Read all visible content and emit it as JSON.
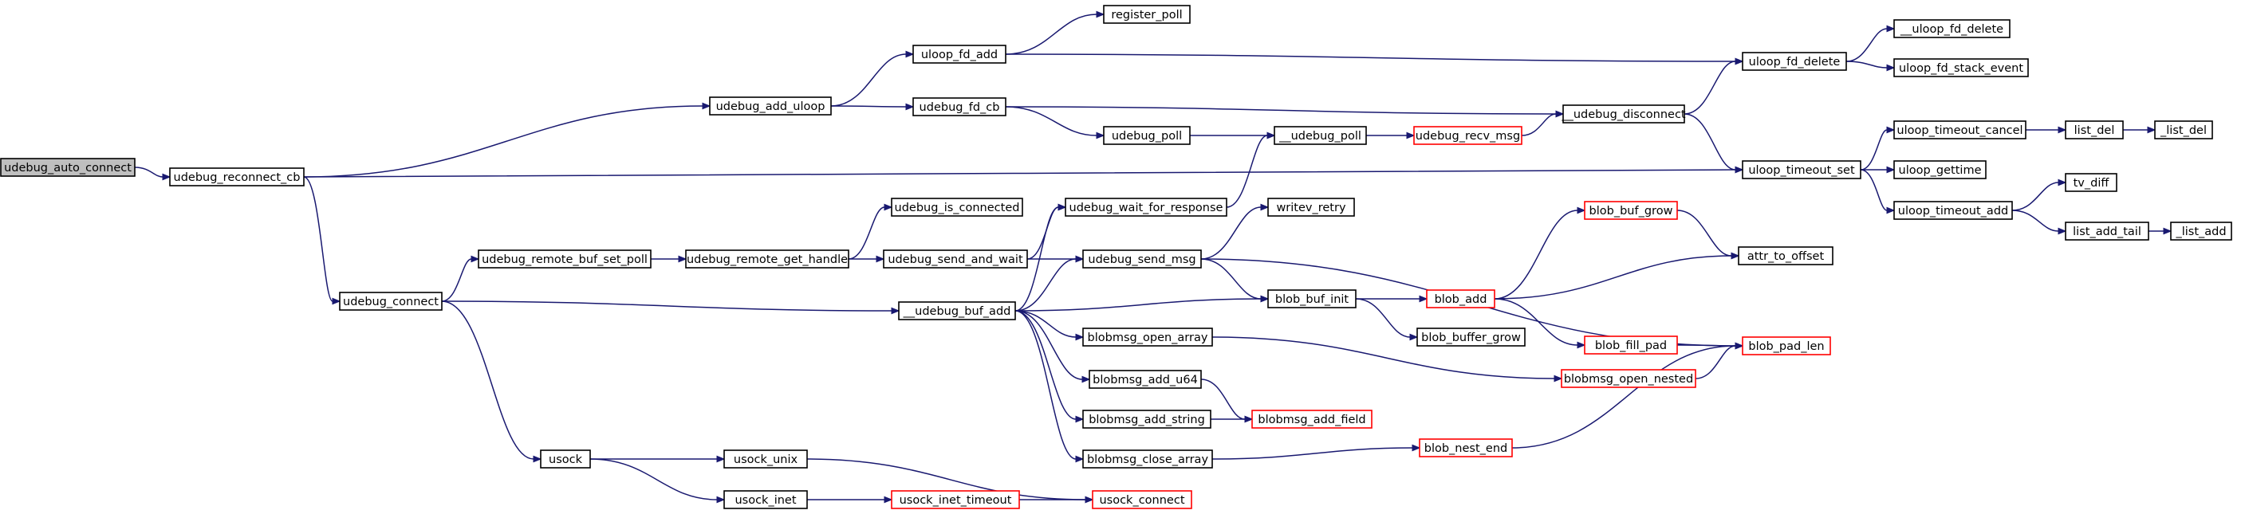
{
  "colors": {
    "edge": "#191970",
    "root_fill": "#bfbfbf",
    "node_border": "#000000",
    "truncated_border": "#ff0000",
    "background": "#ffffff"
  },
  "nodes": [
    {
      "id": "udebug_auto_connect",
      "label": "udebug_auto_connect",
      "root": true
    },
    {
      "id": "udebug_reconnect_cb",
      "label": "udebug_reconnect_cb"
    },
    {
      "id": "udebug_add_uloop",
      "label": "udebug_add_uloop"
    },
    {
      "id": "udebug_connect",
      "label": "udebug_connect"
    },
    {
      "id": "uloop_timeout_set",
      "label": "uloop_timeout_set"
    },
    {
      "id": "uloop_fd_add",
      "label": "uloop_fd_add"
    },
    {
      "id": "udebug_fd_cb",
      "label": "udebug_fd_cb"
    },
    {
      "id": "register_poll",
      "label": "register_poll"
    },
    {
      "id": "uloop_fd_delete",
      "label": "uloop_fd_delete"
    },
    {
      "id": "__uloop_fd_delete",
      "label": "__uloop_fd_delete"
    },
    {
      "id": "uloop_fd_stack_event",
      "label": "uloop_fd_stack_event"
    },
    {
      "id": "__udebug_disconnect",
      "label": "__udebug_disconnect"
    },
    {
      "id": "udebug_poll",
      "label": "udebug_poll"
    },
    {
      "id": "__udebug_poll",
      "label": "__udebug_poll"
    },
    {
      "id": "udebug_recv_msg",
      "label": "udebug_recv_msg",
      "truncated": true
    },
    {
      "id": "uloop_timeout_cancel",
      "label": "uloop_timeout_cancel"
    },
    {
      "id": "list_del",
      "label": "list_del"
    },
    {
      "id": "_list_del",
      "label": "_list_del"
    },
    {
      "id": "uloop_gettime",
      "label": "uloop_gettime"
    },
    {
      "id": "uloop_timeout_add",
      "label": "uloop_timeout_add"
    },
    {
      "id": "tv_diff",
      "label": "tv_diff"
    },
    {
      "id": "list_add_tail",
      "label": "list_add_tail"
    },
    {
      "id": "_list_add",
      "label": "_list_add"
    },
    {
      "id": "udebug_remote_buf_set_poll",
      "label": "udebug_remote_buf_set_poll"
    },
    {
      "id": "udebug_remote_get_handle",
      "label": "udebug_remote_get_handle"
    },
    {
      "id": "udebug_is_connected",
      "label": "udebug_is_connected"
    },
    {
      "id": "udebug_send_and_wait",
      "label": "udebug_send_and_wait"
    },
    {
      "id": "udebug_wait_for_response",
      "label": "udebug_wait_for_response"
    },
    {
      "id": "writev_retry",
      "label": "writev_retry"
    },
    {
      "id": "udebug_send_msg",
      "label": "udebug_send_msg"
    },
    {
      "id": "__udebug_buf_add",
      "label": "__udebug_buf_add"
    },
    {
      "id": "blob_buf_init",
      "label": "blob_buf_init"
    },
    {
      "id": "blob_buf_grow",
      "label": "blob_buf_grow",
      "truncated": true
    },
    {
      "id": "attr_to_offset",
      "label": "attr_to_offset"
    },
    {
      "id": "blob_add",
      "label": "blob_add",
      "truncated": true
    },
    {
      "id": "blob_buffer_grow",
      "label": "blob_buffer_grow"
    },
    {
      "id": "blob_fill_pad",
      "label": "blob_fill_pad",
      "truncated": true
    },
    {
      "id": "blob_pad_len",
      "label": "blob_pad_len",
      "truncated": true
    },
    {
      "id": "blobmsg_open_array",
      "label": "blobmsg_open_array"
    },
    {
      "id": "blobmsg_open_nested",
      "label": "blobmsg_open_nested",
      "truncated": true
    },
    {
      "id": "blobmsg_add_u64",
      "label": "blobmsg_add_u64"
    },
    {
      "id": "blobmsg_add_field",
      "label": "blobmsg_add_field",
      "truncated": true
    },
    {
      "id": "blobmsg_add_string",
      "label": "blobmsg_add_string"
    },
    {
      "id": "blobmsg_close_array",
      "label": "blobmsg_close_array"
    },
    {
      "id": "blob_nest_end",
      "label": "blob_nest_end",
      "truncated": true
    },
    {
      "id": "usock",
      "label": "usock"
    },
    {
      "id": "usock_unix",
      "label": "usock_unix"
    },
    {
      "id": "usock_inet",
      "label": "usock_inet"
    },
    {
      "id": "usock_inet_timeout",
      "label": "usock_inet_timeout",
      "truncated": true
    },
    {
      "id": "usock_connect",
      "label": "usock_connect",
      "truncated": true
    }
  ],
  "edges": [
    [
      "udebug_auto_connect",
      "udebug_reconnect_cb"
    ],
    [
      "udebug_reconnect_cb",
      "udebug_add_uloop"
    ],
    [
      "udebug_reconnect_cb",
      "uloop_timeout_set"
    ],
    [
      "udebug_reconnect_cb",
      "udebug_connect"
    ],
    [
      "udebug_add_uloop",
      "uloop_fd_add"
    ],
    [
      "udebug_add_uloop",
      "udebug_fd_cb"
    ],
    [
      "uloop_fd_add",
      "register_poll"
    ],
    [
      "uloop_fd_add",
      "uloop_fd_delete"
    ],
    [
      "uloop_fd_delete",
      "__uloop_fd_delete"
    ],
    [
      "uloop_fd_delete",
      "uloop_fd_stack_event"
    ],
    [
      "udebug_fd_cb",
      "__udebug_disconnect"
    ],
    [
      "udebug_fd_cb",
      "udebug_poll"
    ],
    [
      "udebug_poll",
      "__udebug_poll"
    ],
    [
      "__udebug_poll",
      "udebug_recv_msg"
    ],
    [
      "udebug_recv_msg",
      "__udebug_disconnect"
    ],
    [
      "__udebug_disconnect",
      "uloop_fd_delete"
    ],
    [
      "__udebug_disconnect",
      "uloop_timeout_set"
    ],
    [
      "uloop_timeout_set",
      "uloop_timeout_cancel"
    ],
    [
      "uloop_timeout_set",
      "uloop_gettime"
    ],
    [
      "uloop_timeout_set",
      "uloop_timeout_add"
    ],
    [
      "uloop_timeout_cancel",
      "list_del"
    ],
    [
      "list_del",
      "_list_del"
    ],
    [
      "uloop_timeout_add",
      "tv_diff"
    ],
    [
      "uloop_timeout_add",
      "list_add_tail"
    ],
    [
      "list_add_tail",
      "_list_add"
    ],
    [
      "udebug_connect",
      "udebug_remote_buf_set_poll"
    ],
    [
      "udebug_connect",
      "__udebug_buf_add"
    ],
    [
      "udebug_connect",
      "usock"
    ],
    [
      "udebug_remote_buf_set_poll",
      "udebug_remote_get_handle"
    ],
    [
      "udebug_remote_get_handle",
      "udebug_is_connected"
    ],
    [
      "udebug_remote_get_handle",
      "udebug_send_and_wait"
    ],
    [
      "udebug_send_and_wait",
      "udebug_wait_for_response"
    ],
    [
      "udebug_send_and_wait",
      "udebug_send_msg"
    ],
    [
      "udebug_wait_for_response",
      "__udebug_poll"
    ],
    [
      "udebug_send_msg",
      "writev_retry"
    ],
    [
      "udebug_send_msg",
      "blob_buf_init"
    ],
    [
      "udebug_send_msg",
      "blob_pad_len"
    ],
    [
      "__udebug_buf_add",
      "udebug_wait_for_response"
    ],
    [
      "__udebug_buf_add",
      "udebug_send_msg"
    ],
    [
      "__udebug_buf_add",
      "blob_buf_init"
    ],
    [
      "__udebug_buf_add",
      "blobmsg_open_array"
    ],
    [
      "__udebug_buf_add",
      "blobmsg_add_u64"
    ],
    [
      "__udebug_buf_add",
      "blobmsg_add_string"
    ],
    [
      "__udebug_buf_add",
      "blobmsg_close_array"
    ],
    [
      "blob_buf_init",
      "blob_add"
    ],
    [
      "blob_buf_init",
      "blob_buffer_grow"
    ],
    [
      "blob_add",
      "blob_buf_grow"
    ],
    [
      "blob_add",
      "attr_to_offset"
    ],
    [
      "blob_add",
      "blob_fill_pad"
    ],
    [
      "blob_buf_grow",
      "attr_to_offset"
    ],
    [
      "blob_fill_pad",
      "blob_pad_len"
    ],
    [
      "blobmsg_open_array",
      "blobmsg_open_nested"
    ],
    [
      "blobmsg_open_nested",
      "blob_pad_len"
    ],
    [
      "blobmsg_add_u64",
      "blobmsg_add_field"
    ],
    [
      "blobmsg_add_string",
      "blobmsg_add_field"
    ],
    [
      "blobmsg_close_array",
      "blob_nest_end"
    ],
    [
      "blob_nest_end",
      "blob_pad_len"
    ],
    [
      "usock",
      "usock_unix"
    ],
    [
      "usock",
      "usock_inet"
    ],
    [
      "usock_unix",
      "usock_connect"
    ],
    [
      "usock_inet",
      "usock_inet_timeout"
    ],
    [
      "usock_inet_timeout",
      "usock_connect"
    ]
  ]
}
